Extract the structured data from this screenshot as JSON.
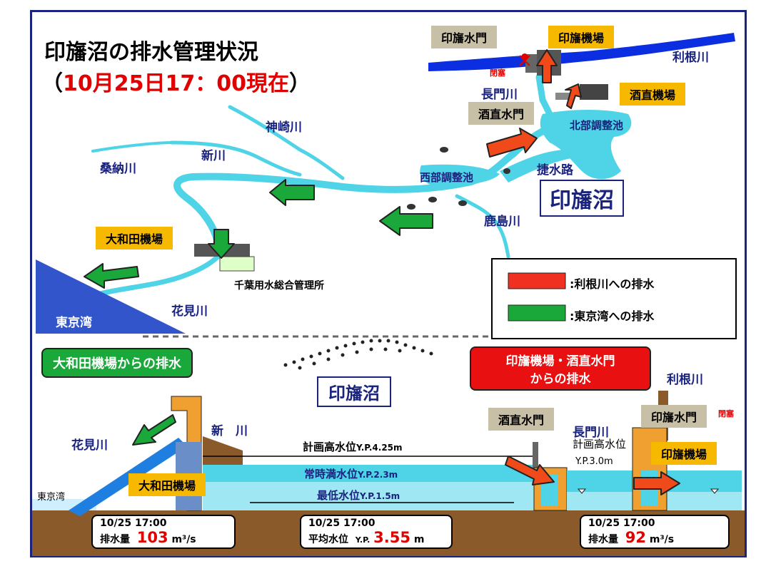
{
  "title": {
    "line1": "印旛沼の排水管理状況",
    "open_paren": "（",
    "date_time": "10月25日17：00現在",
    "close_paren": "）"
  },
  "map_labels": {
    "inba_suimon": "印旛水門",
    "inba_kijou": "印旛機場",
    "tone_gawa": "利根川",
    "heisa": "閉塞",
    "nagato_gawa": "長門川",
    "sakanao_kijou": "酒直機場",
    "sakanao_suimon": "酒直水門",
    "hokubu_chouseichi": "北部調整池",
    "kanzaki_gawa": "神崎川",
    "shin_kawa": "新川",
    "kuwanou_gawa": "桑納川",
    "seibu_chouseichi": "西部調整池",
    "shousui_ro": "捷水路",
    "inbanuma": "印旛沼",
    "kashima_gawa": "鹿島川",
    "owada_kijou": "大和田機場",
    "chiba_kanri": "千葉用水総合管理所",
    "hanami_gawa": "花見川",
    "tokyo_wan": "東京湾"
  },
  "legend": {
    "red_label": ":利根川への排水",
    "green_label": ":東京湾への排水"
  },
  "section": {
    "owada_drain": "大和田機場からの排水",
    "inba_drain_line1": "印旛機場・酒直水門",
    "inba_drain_line2": "からの排水",
    "inbanuma": "印旛沼",
    "tone_gawa": "利根川",
    "hanami_gawa": "花見川",
    "shin_kawa": "新　川",
    "tokyo_wan": "東京湾",
    "owada_kijou": "大和田機場",
    "sakanao_suimon": "酒直水門",
    "nagato_gawa": "長門川",
    "keikaku_kousuii_right": "計画高水位",
    "yp_30": "Y.P.3.0m",
    "inba_suimon": "印旛水門",
    "heisa": "閉塞",
    "inba_kijou": "印旛機場",
    "keikaku_kousuii": "計画高水位",
    "keikaku_kousuii_val": "Y.P.4.25m",
    "joji_mansuii": "常時満水位",
    "joji_mansuii_val": "Y.P.2.3m",
    "saitei_suii": "最低水位",
    "saitei_suii_val": "Y.P.1.5m"
  },
  "readouts": {
    "left": {
      "time": "10/25 17:00",
      "label": "排水量",
      "value": "103",
      "unit": "m³/s"
    },
    "center": {
      "time": "10/25 17:00",
      "label": "平均水位",
      "prefix": "Y.P.",
      "value": "3.55",
      "unit": "m"
    },
    "right": {
      "time": "10/25 17:00",
      "label": "排水量",
      "value": "92",
      "unit": "m³/s"
    }
  },
  "colors": {
    "river": "#4fd3e6",
    "tone_river": "#0a2ee0",
    "arrow_red": "#f04a1a",
    "arrow_green": "#1aa83a",
    "tag_gold": "#f7b900",
    "tag_tan": "#c8bfa7",
    "tokyo_bay": "#3355cc",
    "ground": "#8b5a2b"
  }
}
